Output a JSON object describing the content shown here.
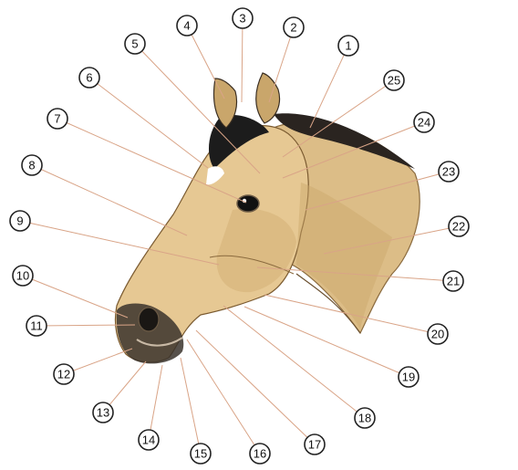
{
  "diagram": {
    "subject": "horse-head-anatomy",
    "colors": {
      "coat": "#e6c893",
      "coat_shadow": "#c9a66b",
      "mane": "#1c1c1c",
      "muzzle": "#2a2622",
      "leader_line": "#d9a487"
    },
    "labels": [
      "1",
      "2",
      "3",
      "4",
      "5",
      "6",
      "7",
      "8",
      "9",
      "10",
      "11",
      "12",
      "13",
      "14",
      "15",
      "16",
      "17",
      "18",
      "19",
      "20",
      "21",
      "22",
      "23",
      "24",
      "25"
    ]
  }
}
